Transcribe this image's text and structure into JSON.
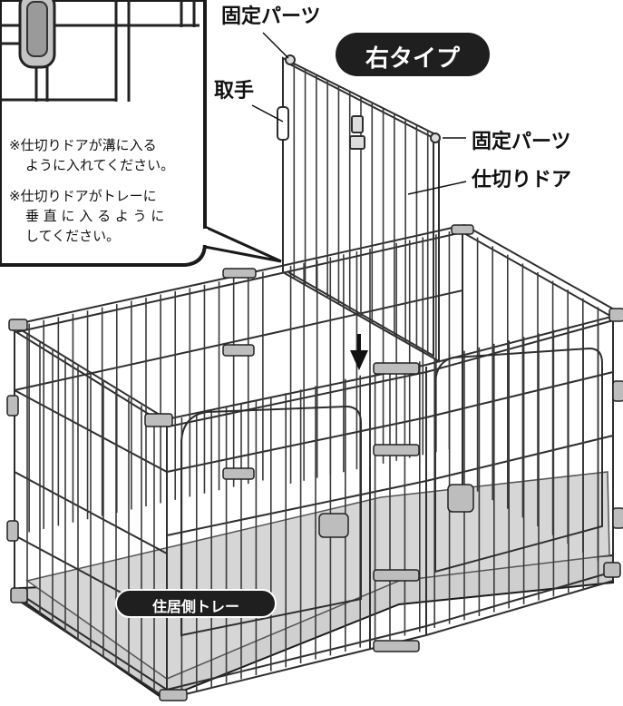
{
  "labels": {
    "fixed_part_top": "固定パーツ",
    "fixed_part_right": "固定パーツ",
    "handle": "取手",
    "partition_door": "仕切りドア",
    "right_type": "右タイプ",
    "tray": "住居側トレー"
  },
  "notes": {
    "note1_line1": "※仕切りドアが溝に入る",
    "note1_line2": "ように入れてください。",
    "note2_line1": "※仕切りドアがトレーに",
    "note2_line2": "垂 直 に 入 る よ う に",
    "note2_line3": "してください。"
  },
  "colors": {
    "ink": "#1a1a1a",
    "wire": "#3a3a3a",
    "tray_fill": "#c9c9c9",
    "pill_fill": "#1f1f1f",
    "part_fill": "#bdbdbd"
  }
}
